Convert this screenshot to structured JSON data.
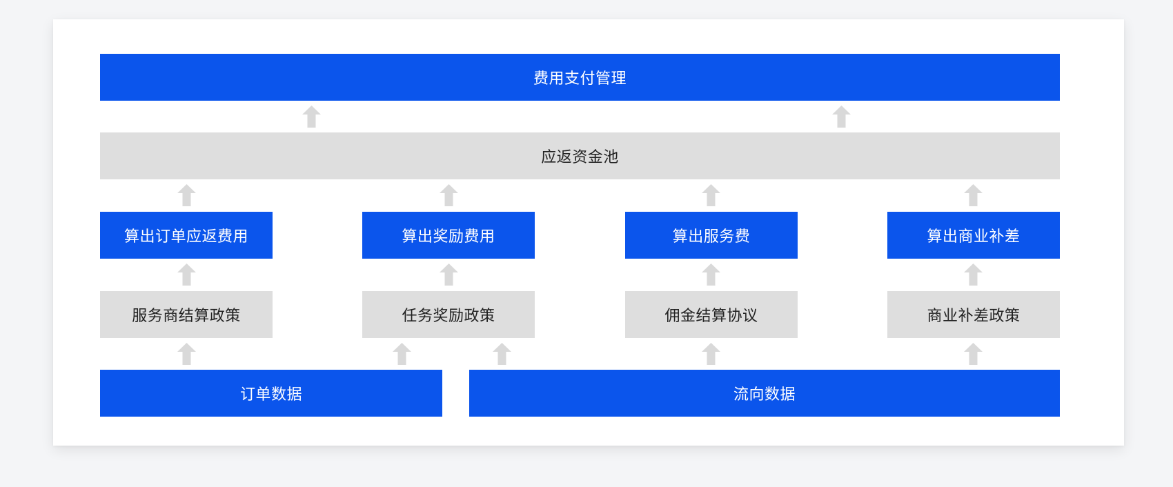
{
  "colors": {
    "primary_blue": "#0b55ec",
    "box_gray": "#dedede",
    "arrow_gray": "#d9d9d9",
    "card_bg": "#ffffff",
    "page_bg": "#f4f5f7",
    "text_dark": "#222222",
    "text_light": "#ffffff"
  },
  "diagram": {
    "top_bar": {
      "label": "费用支付管理"
    },
    "fund_pool": {
      "label": "应返资金池"
    },
    "calc_boxes": [
      {
        "label": "算出订单应返费用"
      },
      {
        "label": "算出奖励费用"
      },
      {
        "label": "算出服务费"
      },
      {
        "label": "算出商业补差"
      }
    ],
    "policy_boxes": [
      {
        "label": "服务商结算政策"
      },
      {
        "label": "任务奖励政策"
      },
      {
        "label": "佣金结算协议"
      },
      {
        "label": "商业补差政策"
      }
    ],
    "data_sources": [
      {
        "label": "订单数据"
      },
      {
        "label": "流向数据"
      }
    ]
  },
  "icons": {
    "up_arrow": "block-arrow-up"
  }
}
